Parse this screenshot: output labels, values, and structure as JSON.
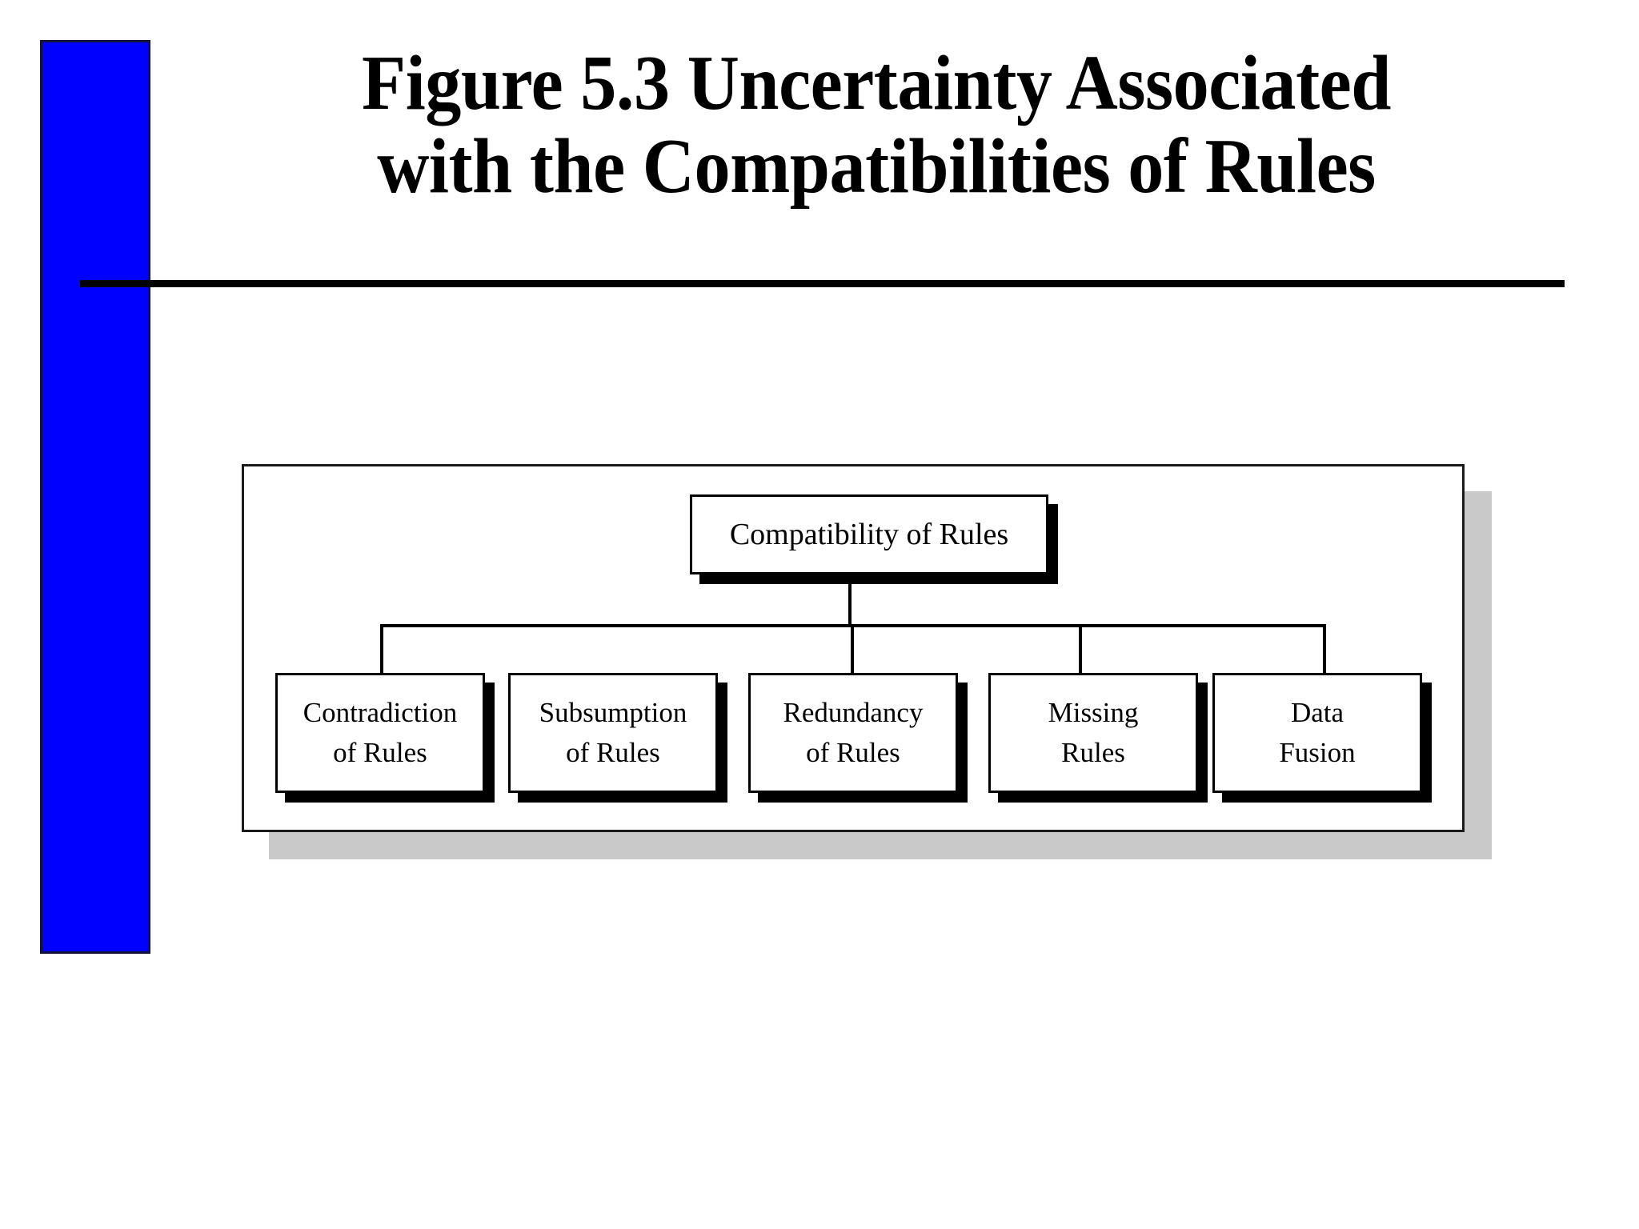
{
  "slide": {
    "title_line_1": "Figure 5.3 Uncertainty Associated",
    "title_line_2": "with the Compatibilities of Rules",
    "title_full": "Figure 5.3 Uncertainty Associated\nwith the Compatibilities of Rules",
    "accent_color": "#0000FF",
    "rule_color": "#000000",
    "background_color": "#FFFFFF"
  },
  "diagram": {
    "type": "hierarchy-tree",
    "frame_shadow_color": "#C9C9C9",
    "node_border_color": "#000000",
    "node_fill_color": "#FFFFFF",
    "node_shadow_color": "#000000",
    "root": {
      "label": "Compatibility of Rules"
    },
    "children": [
      {
        "label": "Contradiction\nof Rules"
      },
      {
        "label": "Subsumption\nof Rules"
      },
      {
        "label": "Redundancy\nof Rules"
      },
      {
        "label": "Missing\nRules"
      },
      {
        "label": "Data\nFusion"
      }
    ]
  }
}
